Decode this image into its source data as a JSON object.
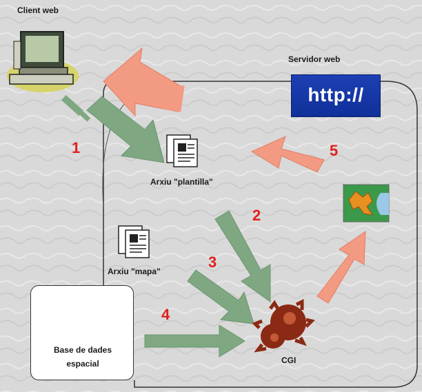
{
  "labels": {
    "client": "Client web",
    "server": "Servidor web",
    "template_file": "Arxiu \"plantilla\"",
    "map_file": "Arxiu \"mapa\"",
    "database": "Base de dades",
    "database_line2": "espacial",
    "cgi": "CGI",
    "http": "http://"
  },
  "step_numbers": [
    "1",
    "2",
    "3",
    "4",
    "5"
  ],
  "colors": {
    "green_arrow": "#7fa882",
    "red_arrow": "#f39a82",
    "number_red": "#e0201e",
    "cgi_brown": "#8b2a14",
    "http_blue": "#1d3fb3"
  },
  "icons": {
    "client": "computer-icon",
    "template": "document-icon",
    "map_file": "document-icon",
    "database": "server-rack-icon",
    "cgi": "gears-icon",
    "map_output": "map-icon"
  }
}
